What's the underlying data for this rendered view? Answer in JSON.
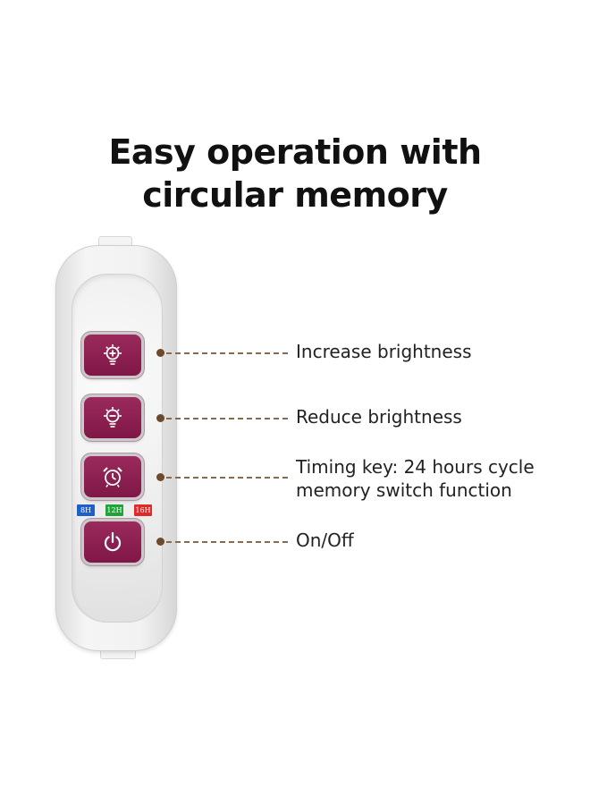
{
  "title": {
    "line1": "Easy operation with",
    "line2": "circular memory"
  },
  "buttons": [
    {
      "icon": "brightness-up-icon"
    },
    {
      "icon": "brightness-down-icon"
    },
    {
      "icon": "alarm-clock-icon"
    },
    {
      "icon": "power-icon"
    }
  ],
  "timer_badges": [
    {
      "label": "8H",
      "color": "#1f5fc8"
    },
    {
      "label": "12H",
      "color": "#22a33a"
    },
    {
      "label": "16H",
      "color": "#e02a2a"
    }
  ],
  "callouts": {
    "increase": "Increase brightness",
    "reduce": "Reduce brightness",
    "timing_line1": "Timing key: 24 hours cycle",
    "timing_line2": "memory switch function",
    "power": "On/Off"
  },
  "colors": {
    "button": "#8a1f50",
    "leader": "#8a6a4c"
  }
}
